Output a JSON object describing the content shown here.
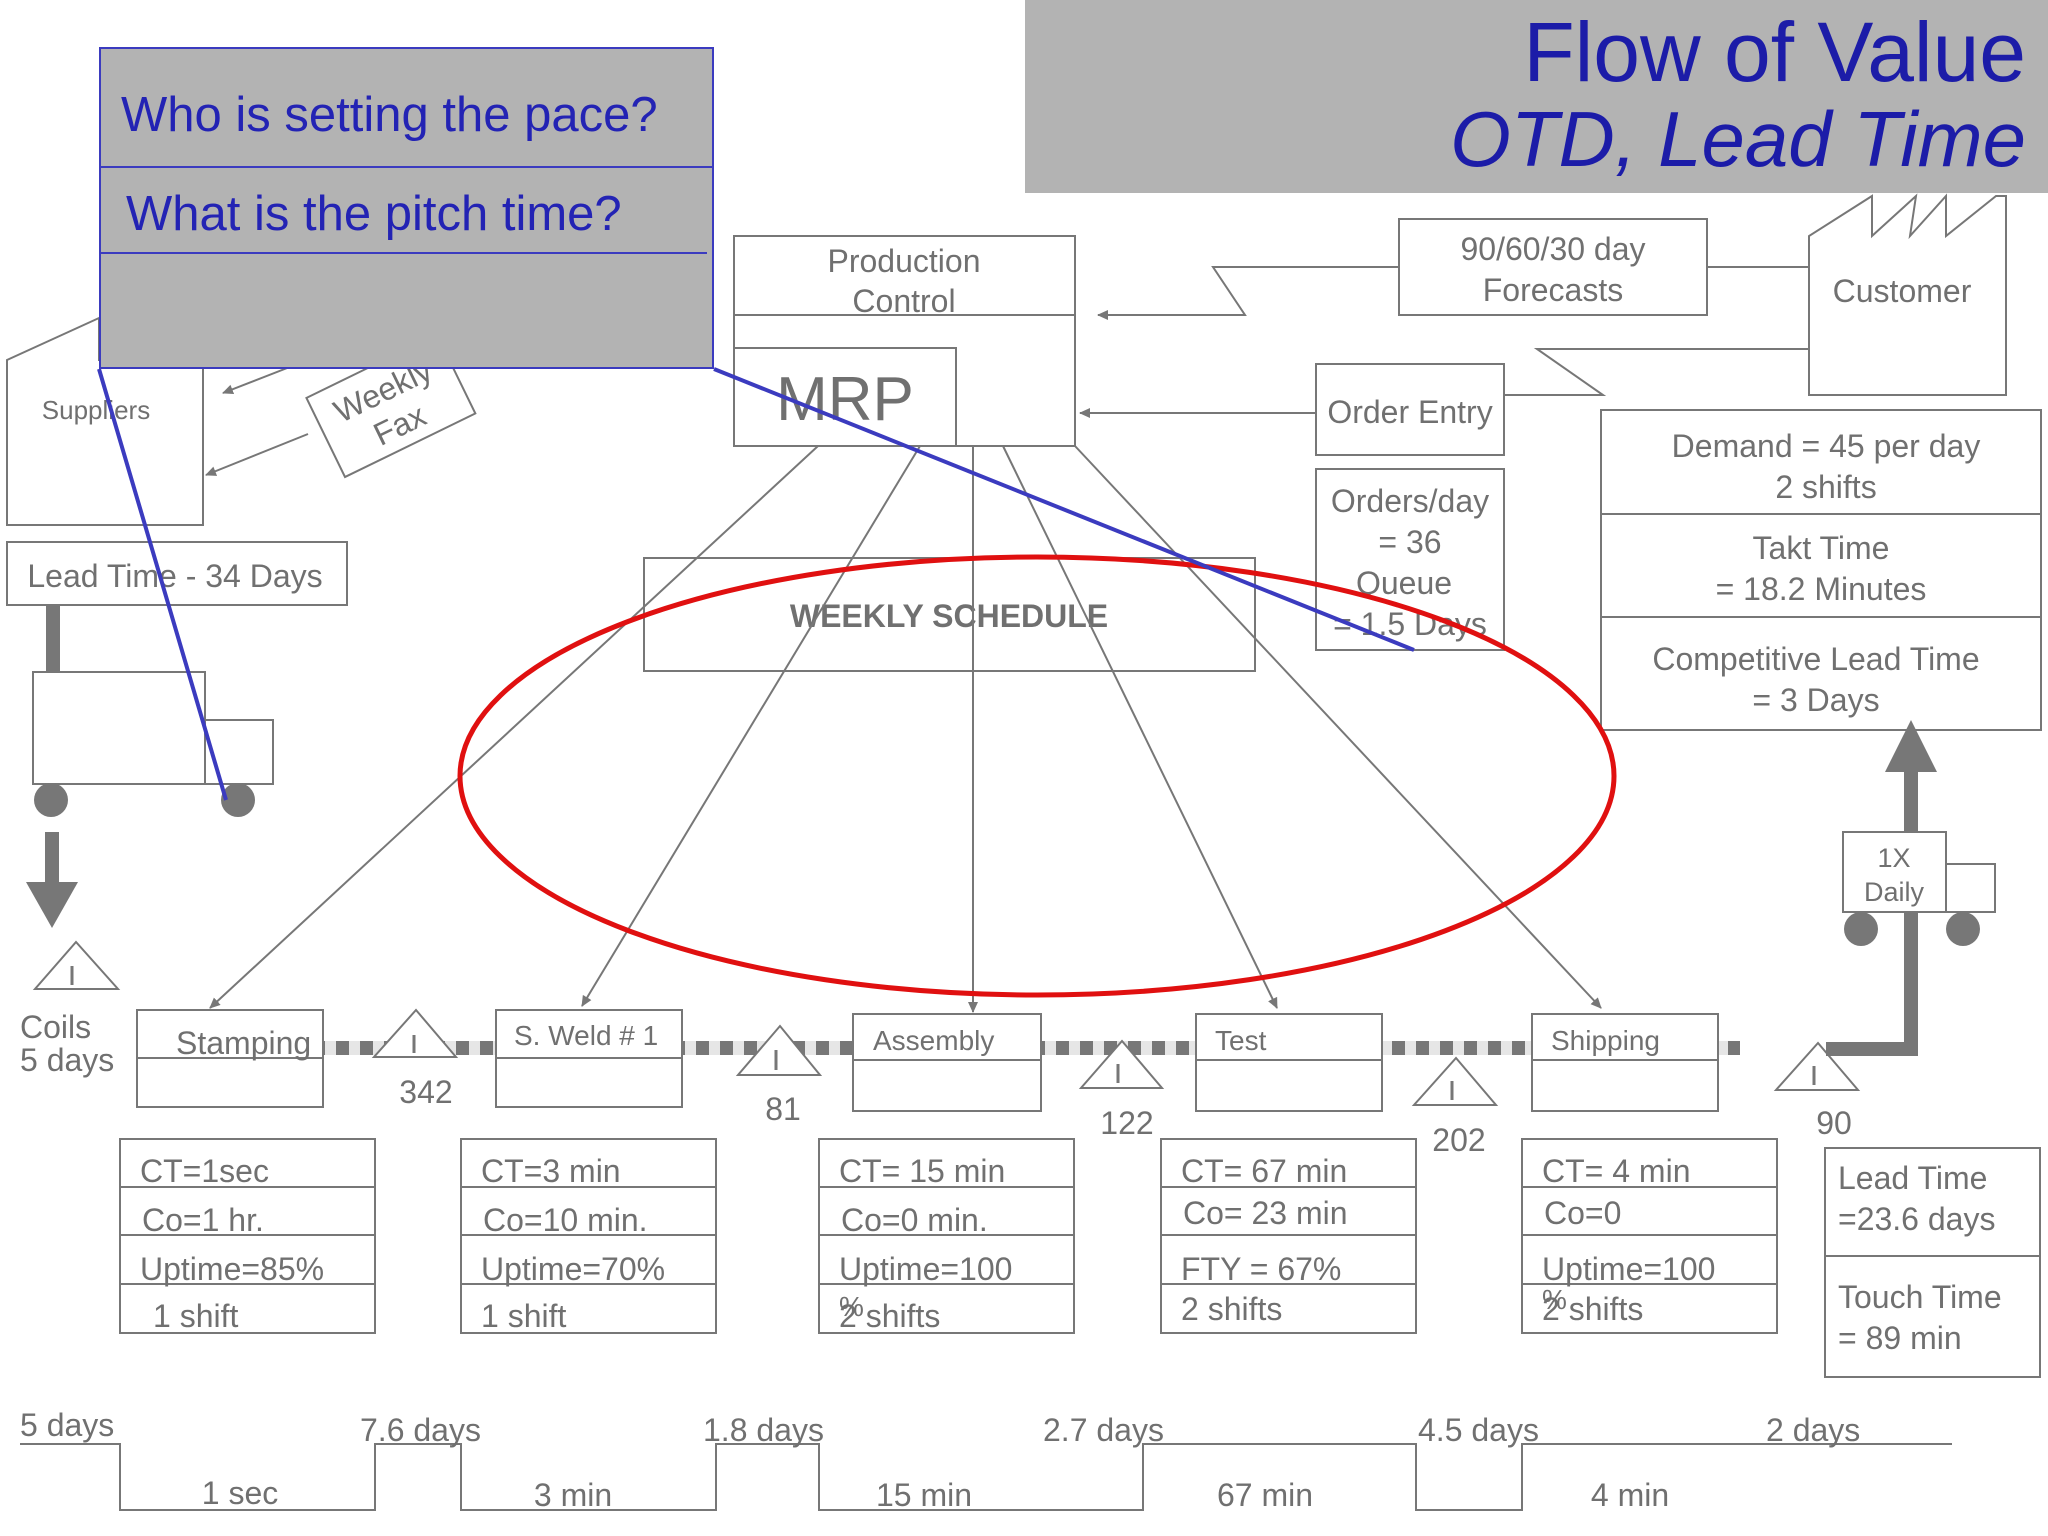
{
  "title": {
    "line1": "Flow of Value",
    "line2": "OTD, Lead Time"
  },
  "questions": {
    "q1": "Who is setting the pace?",
    "q2": "What is the pitch time?"
  },
  "production_control": {
    "line1": "Production",
    "line2": "Control",
    "mrp": "MRP"
  },
  "forecasts": {
    "line1": "90/60/30 day",
    "line2": "Forecasts"
  },
  "customer": {
    "label": "Customer"
  },
  "order_entry": {
    "label": "Order Entry"
  },
  "orders_box": {
    "line1": "Orders/day",
    "line2": "= 36",
    "line3": "Queue",
    "line4": "= 1.5 Days"
  },
  "customer_data": {
    "demand1": "Demand = 45 per day",
    "demand2": "2 shifts",
    "takt1": "Takt Time",
    "takt2": "= 18.2 Minutes",
    "clt1": "Competitive Lead Time",
    "clt2": "= 3 Days"
  },
  "suppliers": {
    "label": "Suppliers",
    "fax1": "Weekly",
    "fax2": "Fax",
    "lead_time": "Lead Time - 34 Days"
  },
  "weekly_schedule": "WEEKLY SCHEDULE",
  "coils": {
    "line1": "Coils",
    "line2": "5 days"
  },
  "shipment": {
    "line1": "1X",
    "line2": "Daily"
  },
  "processes": [
    {
      "name": "Stamping",
      "ct": "CT=1sec",
      "co": "Co=1 hr.",
      "uptime": "Uptime=85%",
      "shifts": "1 shift"
    },
    {
      "name": "S. Weld # 1",
      "ct": "CT=3 min",
      "co": "Co=10 min.",
      "uptime": "Uptime=70%",
      "shifts": "1 shift"
    },
    {
      "name": "Assembly",
      "ct": "CT= 15 min",
      "co": "Co=0 min.",
      "uptime": "Uptime=100",
      "uptime2": "%",
      "shifts": "2 shifts"
    },
    {
      "name": "Test",
      "ct": "CT= 67 min",
      "co": "Co= 23 min",
      "uptime": "FTY = 67%",
      "shifts": "2 shifts"
    },
    {
      "name": "Shipping",
      "ct": "CT= 4 min",
      "co": "Co=0",
      "uptime": "Uptime=100",
      "uptime2": "%",
      "shifts": "2 shifts"
    }
  ],
  "inventory": [
    "342",
    "81",
    "122",
    "202",
    "90"
  ],
  "summary": {
    "lt1": "Lead Time",
    "lt2": "=23.6 days",
    "tt1": "Touch Time",
    "tt2": "= 89 min"
  },
  "timeline": {
    "waits": [
      "5 days",
      "7.6 days",
      "1.8 days",
      "2.7 days",
      "4.5 days",
      "2 days"
    ],
    "cycles": [
      "1 sec",
      "3 min",
      "15 min",
      "67 min",
      "4 min"
    ]
  },
  "colors": {
    "title": "#1c1ca8",
    "highlight_ellipse": "#e01010",
    "callout": "#3b3bbf",
    "line": "#777777"
  }
}
